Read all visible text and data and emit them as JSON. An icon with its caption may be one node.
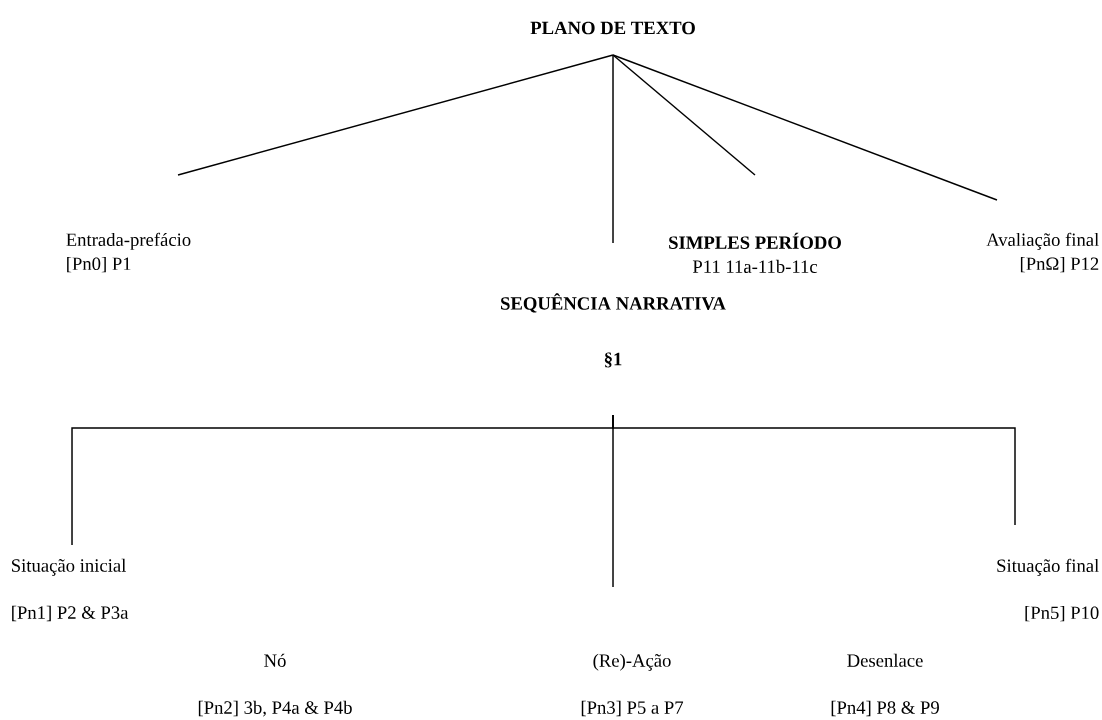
{
  "diagram": {
    "nodes": [
      {
        "text": [
          "PLANO DE TEXTO"
        ]
      },
      {
        "text": [
          "Entrada-prefácio",
          "[Pn0] P1"
        ]
      },
      {
        "text": [
          "SEQUÊNCIA NARRATIVA"
        ]
      },
      {
        "text": [
          "§1"
        ]
      },
      {
        "text": [
          "SIMPLES PERÍODO",
          "P11 11a-11b-11c"
        ]
      },
      {
        "text": [
          "Avaliação final",
          "[PnΩ] P12"
        ]
      },
      {
        "text": [
          "Situação inicial",
          "[Pn1] P2 & P3a"
        ]
      },
      {
        "text": [
          "Situação final",
          "[Pn5] P10"
        ]
      },
      {
        "text": [
          "Nó",
          "[Pn2] 3b, P4a & P4b"
        ]
      },
      {
        "text": [
          "(Re)-Ação",
          "[Pn3] P5 a P7"
        ]
      },
      {
        "text": [
          "Desenlace",
          "[Pn4] P8 & P9"
        ]
      }
    ],
    "edges": [
      {
        "from": 0,
        "to": 1,
        "arrow": "none"
      },
      {
        "from": 0,
        "to": 2,
        "arrow": "none"
      },
      {
        "from": 0,
        "to": 4,
        "arrow": "none"
      },
      {
        "from": 0,
        "to": 5,
        "arrow": "none"
      },
      {
        "from": 3,
        "to": 6,
        "arrow": "none"
      },
      {
        "from": 3,
        "to": 7,
        "arrow": "none"
      },
      {
        "from": 3,
        "to": 9,
        "arrow": "none"
      }
    ]
  }
}
